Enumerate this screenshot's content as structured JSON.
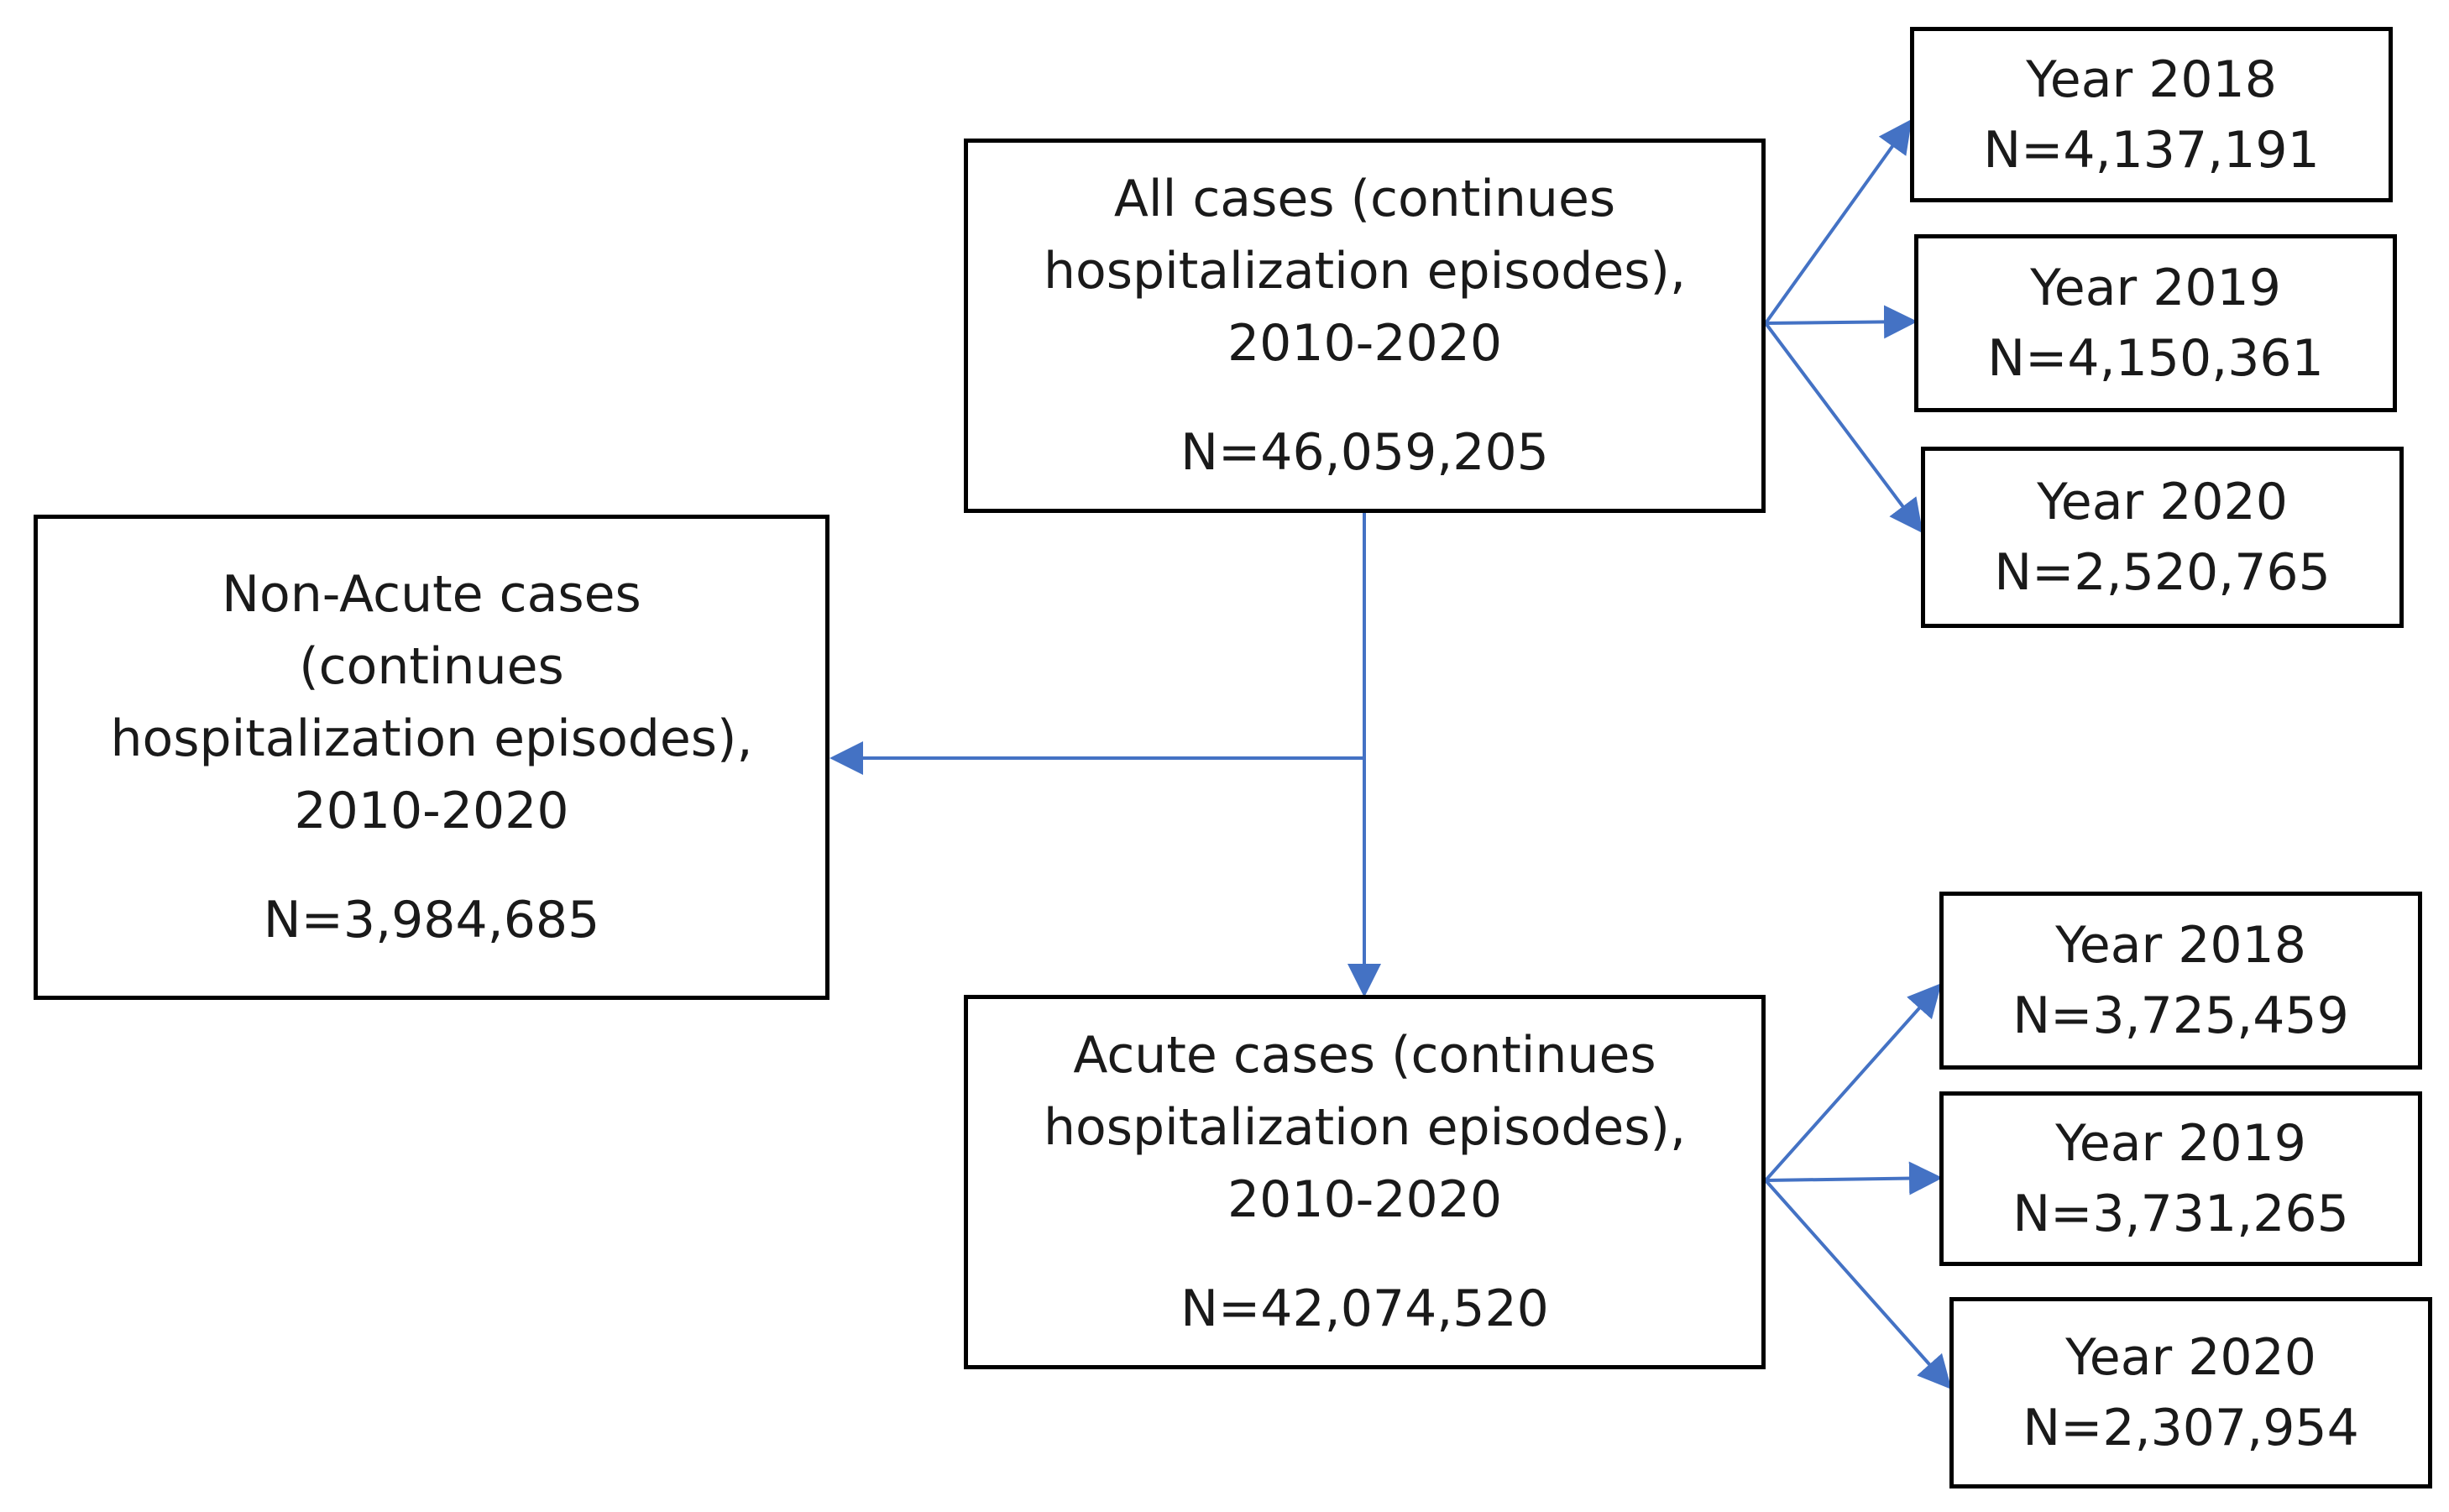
{
  "colors": {
    "arrow": "#4472C4",
    "box_border": "#000000",
    "text": "#1a1a1a"
  },
  "nodes": {
    "all": {
      "title_lines": [
        "All cases (continues",
        "hospitalization episodes),",
        "2010-2020"
      ],
      "count": "N=46,059,205"
    },
    "non_acute": {
      "title_lines": [
        "Non-Acute cases",
        "(continues",
        "hospitalization episodes),",
        "2010-2020"
      ],
      "count": "N=3,984,685"
    },
    "acute": {
      "title_lines": [
        "Acute cases (continues",
        "hospitalization episodes),",
        "2010-2020"
      ],
      "count": "N=42,074,520"
    },
    "all_years": [
      {
        "year": "Year 2018",
        "count": "N=4,137,191"
      },
      {
        "year": "Year 2019",
        "count": "N=4,150,361"
      },
      {
        "year": "Year 2020",
        "count": "N=2,520,765"
      }
    ],
    "acute_years": [
      {
        "year": "Year 2018",
        "count": "N=3,725,459"
      },
      {
        "year": "Year 2019",
        "count": "N=3,731,265"
      },
      {
        "year": "Year 2020",
        "count": "N=2,307,954"
      }
    ]
  }
}
